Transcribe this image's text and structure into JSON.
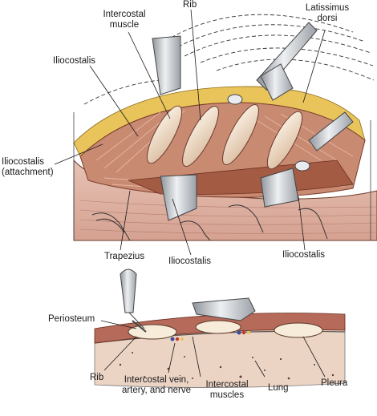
{
  "top": {
    "labels": {
      "intercostal_muscle": [
        "Intercostal",
        "muscle"
      ],
      "rib": "Rib",
      "latissimus_dorsi": [
        "Latissimus",
        "dorsi"
      ],
      "iliocostalis_upper": "Iliocostalis",
      "iliocostalis_attachment": [
        "Iliocostalis",
        "(attachment)"
      ],
      "trapezius": "Trapezius",
      "iliocostalis_bottom_center": "Iliocostalis",
      "iliocostalis_bottom_right": "Iliocostalis"
    }
  },
  "bottom": {
    "labels": {
      "periosteum": "Periosteum",
      "rib": "Rib",
      "intercostal_vessels": [
        "Intercostal vein,",
        "artery, and nerve"
      ],
      "intercostal_muscles": [
        "Intercostal",
        "muscles"
      ],
      "lung": "Lung",
      "pleura": "Pleura"
    }
  },
  "colors": {
    "muscle": "#c98a72",
    "muscle_dark": "#8f4a36",
    "fat": "#e8c45a",
    "bone": "#f7ecd9",
    "retractor": "#c9cdd2",
    "lung": "#ecd4c4",
    "ink": "#1a1a1a"
  }
}
